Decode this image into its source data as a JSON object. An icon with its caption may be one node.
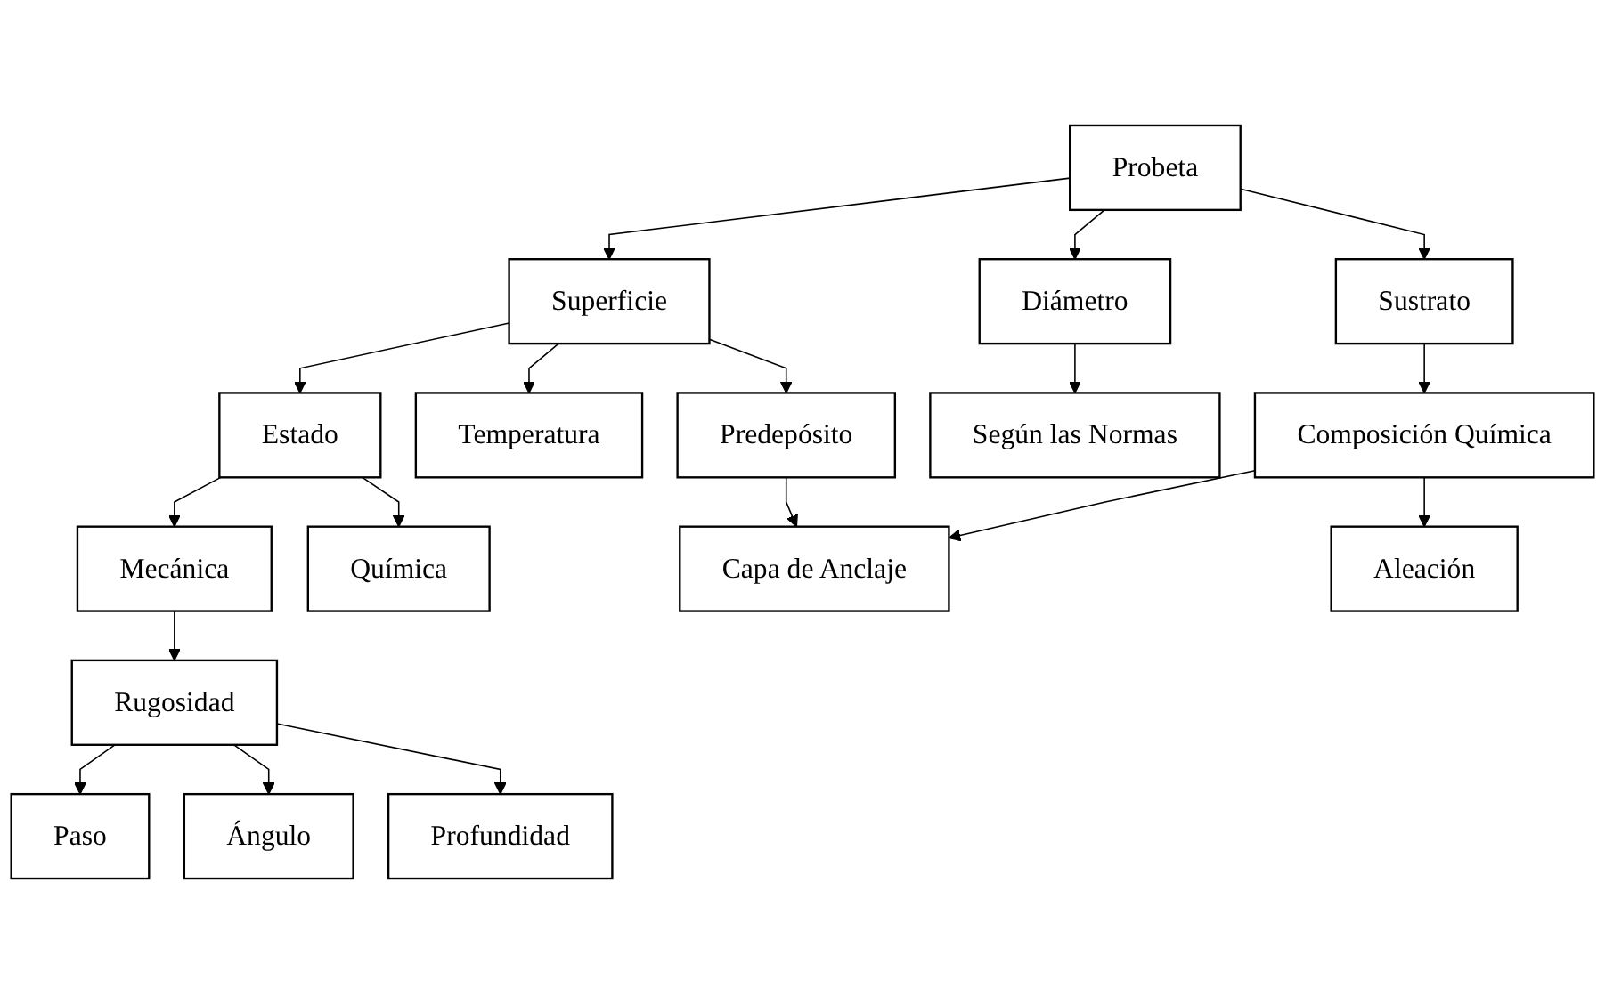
{
  "diagram": {
    "nodes": [
      {
        "text": [
          "Probeta"
        ]
      },
      {
        "text": [
          "Superficie"
        ]
      },
      {
        "text": [
          "Diámetro"
        ]
      },
      {
        "text": [
          "Sustrato"
        ]
      },
      {
        "text": [
          "Estado"
        ]
      },
      {
        "text": [
          "Según las Normas"
        ]
      },
      {
        "text": [
          "Mecánica"
        ]
      },
      {
        "text": [
          "Química"
        ]
      },
      {
        "text": [
          "Predepósito"
        ]
      },
      {
        "text": [
          "Composición Química"
        ]
      },
      {
        "text": [
          "Rugosidad"
        ]
      },
      {
        "text": [
          "Temperatura"
        ]
      },
      {
        "text": [
          "Capa de Anclaje"
        ]
      },
      {
        "text": [
          "Aleación"
        ]
      },
      {
        "text": [
          "Paso"
        ]
      },
      {
        "text": [
          "Ángulo"
        ]
      },
      {
        "text": [
          "Profundidad"
        ]
      }
    ],
    "edges": [
      {
        "from": 0,
        "to": 1,
        "arrow": "to"
      },
      {
        "from": 0,
        "to": 2,
        "arrow": "to"
      },
      {
        "from": 0,
        "to": 3,
        "arrow": "to"
      },
      {
        "from": 1,
        "to": 4,
        "arrow": "to"
      },
      {
        "from": 1,
        "to": 11,
        "arrow": "to"
      },
      {
        "from": 1,
        "to": 8,
        "arrow": "to"
      },
      {
        "from": 2,
        "to": 5,
        "arrow": "to"
      },
      {
        "from": 3,
        "to": 9,
        "arrow": "to"
      },
      {
        "from": 4,
        "to": 6,
        "arrow": "to"
      },
      {
        "from": 4,
        "to": 7,
        "arrow": "to"
      },
      {
        "from": 8,
        "to": 12,
        "arrow": "to"
      },
      {
        "from": 9,
        "to": 12,
        "arrow": "to"
      },
      {
        "from": 9,
        "to": 13,
        "arrow": "to"
      },
      {
        "from": 6,
        "to": 10,
        "arrow": "to"
      },
      {
        "from": 10,
        "to": 14,
        "arrow": "to"
      },
      {
        "from": 10,
        "to": 15,
        "arrow": "to"
      },
      {
        "from": 10,
        "to": 16,
        "arrow": "to"
      }
    ]
  }
}
